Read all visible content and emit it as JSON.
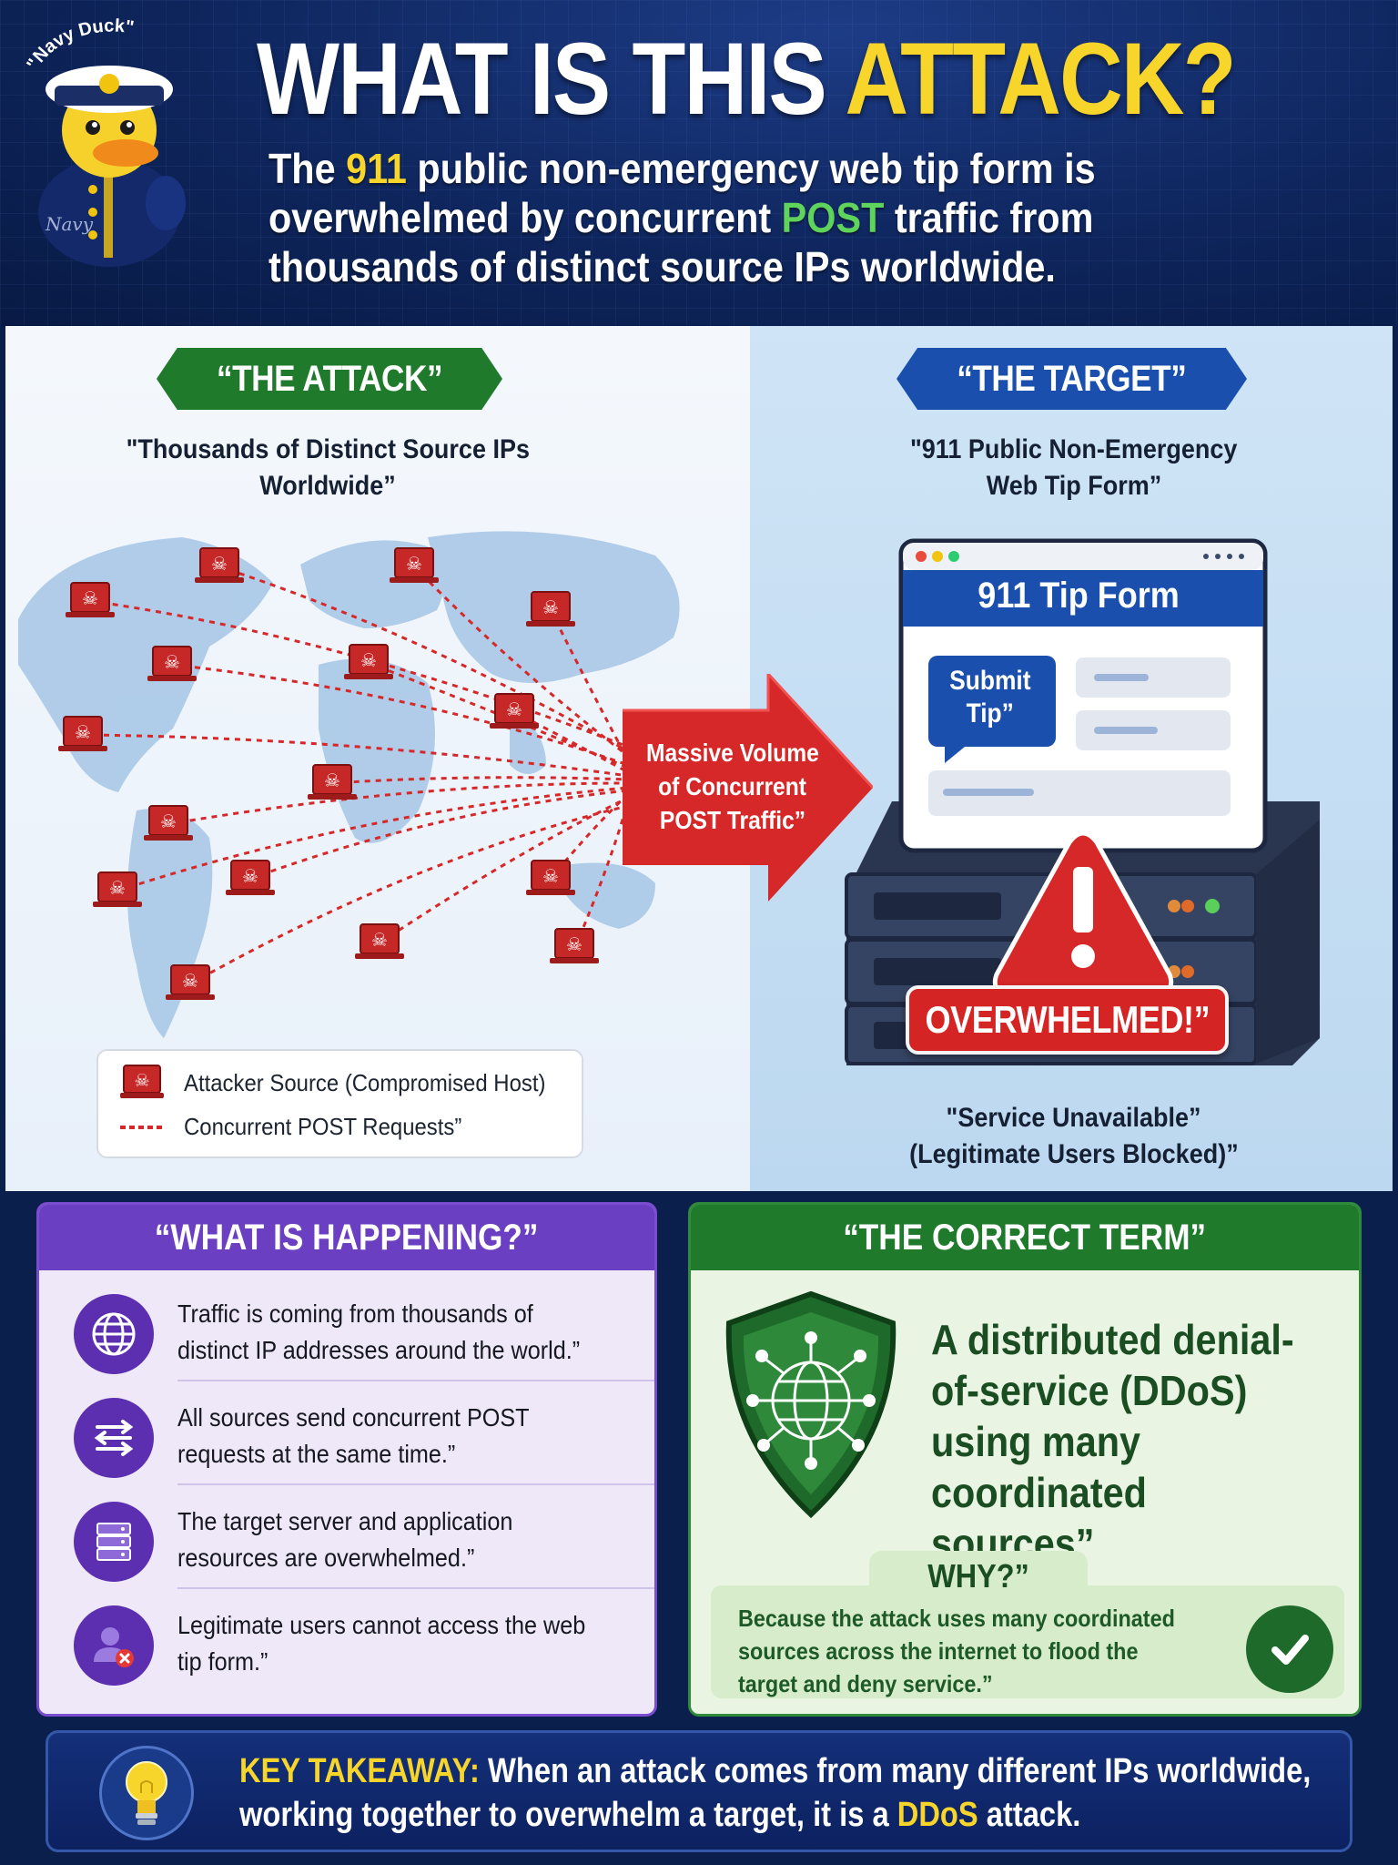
{
  "header": {
    "mascot_caption": "\"Navy Duck\"",
    "title_main": "WHAT IS THIS ",
    "title_accent": "ATTACK?",
    "subtitle": {
      "p1": "The ",
      "k1": "911",
      "p2": " public non-emergency web tip form is",
      "p3": "overwhelmed by concurrent ",
      "k2": "POST",
      "p4": " traffic from",
      "p5": "thousands of distinct source IPs worldwide."
    }
  },
  "attack": {
    "banner": "“THE ATTACK”",
    "caption_line1": "\"Thousands of Distinct Source IPs",
    "caption_line2": "Worldwide”",
    "arrow_line1": "Massive Volume",
    "arrow_line2": "of Concurrent",
    "arrow_line3": "POST Traffic”",
    "legend": {
      "source": "Attacker Source (Compromised Host)",
      "requests": "Concurrent POST Requests”"
    }
  },
  "target": {
    "banner": "“THE TARGET”",
    "caption_line1": "\"911 Public Non-Emergency",
    "caption_line2": "Web Tip Form”",
    "form_title": "911 Tip Form",
    "submit_line1": "Submit",
    "submit_line2": "Tip”",
    "status": "OVERWHELMED!”",
    "result_line1": "\"Service Unavailable”",
    "result_line2": "(Legitimate Users Blocked)”"
  },
  "happening": {
    "header": "“WHAT IS HAPPENING?”",
    "items": [
      {
        "icon": "globe-icon",
        "text": "Traffic is coming from thousands of distinct IP addresses around the world.”"
      },
      {
        "icon": "arrows-icon",
        "text": "All sources send concurrent POST requests at the same time.”"
      },
      {
        "icon": "server-icon",
        "text": "The target server and application resources are overwhelmed.”"
      },
      {
        "icon": "blocked-user-icon",
        "text": "Legitimate users cannot access the web tip form.”"
      }
    ]
  },
  "correct_term": {
    "header": "“THE CORRECT TERM”",
    "term": "A distributed denial-of-service (DDoS) using many coordinated sources”",
    "why_label": "WHY?”",
    "why_text": "Because the attack uses many coordinated sources across the internet to flood the target and deny service.”"
  },
  "takeaway": {
    "label": "KEY TAKEAWAY:",
    "line1": " When an attack comes from many different IPs worldwide,",
    "line2_pre": "working together to overwhelm a target, it is a ",
    "line2_key": "DDoS",
    "line2_post": " attack."
  },
  "colors": {
    "navy": "#0e255c",
    "yellow": "#f7d52b",
    "green": "#1f7a2c",
    "blue": "#1a4fae",
    "purple": "#6a3fc2",
    "red": "#d42424"
  }
}
